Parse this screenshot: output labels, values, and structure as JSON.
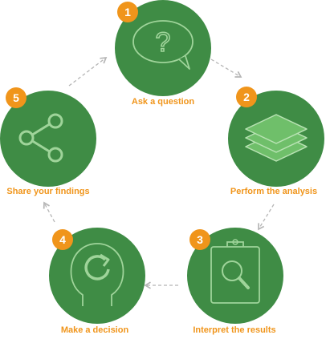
{
  "steps": [
    {
      "number": "1",
      "label": "Ask a question",
      "icon": "question-bubble-icon"
    },
    {
      "number": "2",
      "label": "Perform the analysis",
      "icon": "layers-icon"
    },
    {
      "number": "3",
      "label": "Interpret the results",
      "icon": "clipboard-magnifier-icon"
    },
    {
      "number": "4",
      "label": "Make a decision",
      "icon": "head-refresh-icon"
    },
    {
      "number": "5",
      "label": "Share your findings",
      "icon": "share-icon"
    }
  ],
  "colors": {
    "circle": "#3f8c45",
    "accent": "#f0951b",
    "icon_line": "#9fd49a",
    "icon_fill": "#6fbf6a",
    "arrow": "#b5b5b5"
  }
}
